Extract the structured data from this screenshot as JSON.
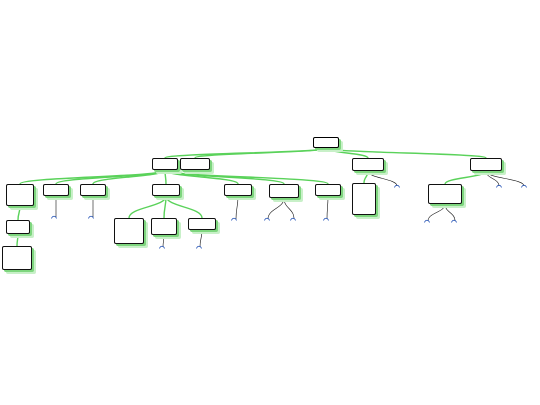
{
  "diagram": {
    "type": "mind-map",
    "colors": {
      "edge": "#5ad25a",
      "edge_dark": "#111111",
      "node_border": "#111111",
      "node_shadow": "#7ed67e",
      "link_icon": "#1f4fb5",
      "background": "#ffffff"
    },
    "nodes": [
      {
        "id": "root",
        "text": "",
        "kind": "root"
      },
      {
        "id": "a",
        "text": "",
        "parent": "root"
      },
      {
        "id": "b",
        "text": "",
        "parent": "root"
      },
      {
        "id": "c",
        "text": "",
        "parent": "root"
      },
      {
        "id": "d",
        "text": "",
        "parent": "root"
      },
      {
        "id": "a1",
        "text": "",
        "parent": "a"
      },
      {
        "id": "a2",
        "text": "",
        "parent": "a"
      },
      {
        "id": "a3",
        "text": "",
        "parent": "a"
      },
      {
        "id": "a4",
        "text": "",
        "parent": "a"
      },
      {
        "id": "a5",
        "text": "",
        "parent": "a"
      },
      {
        "id": "a6",
        "text": "",
        "parent": "a"
      },
      {
        "id": "a7",
        "text": "",
        "parent": "a"
      },
      {
        "id": "a1a",
        "text": "",
        "parent": "a1"
      },
      {
        "id": "a1b",
        "text": "",
        "parent": "a1a"
      },
      {
        "id": "a4a",
        "text": "",
        "parent": "a4"
      },
      {
        "id": "a4b",
        "text": "",
        "parent": "a4"
      },
      {
        "id": "a4c",
        "text": "",
        "parent": "a4"
      },
      {
        "id": "c1",
        "text": "",
        "parent": "c"
      },
      {
        "id": "d1",
        "text": "",
        "parent": "d"
      }
    ],
    "notes": [
      {
        "id": "n-a2",
        "text": ""
      },
      {
        "id": "n-a3",
        "text": ""
      },
      {
        "id": "n-a4b",
        "text": ""
      },
      {
        "id": "n-a4c",
        "text": ""
      },
      {
        "id": "n-a5",
        "text": ""
      },
      {
        "id": "n-a6a",
        "text": ""
      },
      {
        "id": "n-a6b",
        "text": ""
      },
      {
        "id": "n-a7",
        "text": ""
      },
      {
        "id": "n-b",
        "text": ""
      },
      {
        "id": "n-c1a",
        "text": ""
      },
      {
        "id": "n-c1b",
        "text": ""
      },
      {
        "id": "n-d1",
        "text": ""
      }
    ],
    "icons": [
      {
        "id": "i-a2",
        "icon": "link-icon"
      },
      {
        "id": "i-a3",
        "icon": "link-icon"
      },
      {
        "id": "i-a4b",
        "icon": "link-icon"
      },
      {
        "id": "i-a4c",
        "icon": "link-icon"
      },
      {
        "id": "i-a5",
        "icon": "link-icon"
      },
      {
        "id": "i-a6a",
        "icon": "link-icon"
      },
      {
        "id": "i-a6b",
        "icon": "link-icon"
      },
      {
        "id": "i-a7",
        "icon": "link-icon"
      },
      {
        "id": "i-b",
        "icon": "link-icon"
      },
      {
        "id": "i-c1a",
        "icon": "link-icon"
      },
      {
        "id": "i-c1b",
        "icon": "link-icon"
      },
      {
        "id": "i-d1",
        "icon": "link-icon"
      },
      {
        "id": "i-d2",
        "icon": "link-icon"
      }
    ]
  }
}
